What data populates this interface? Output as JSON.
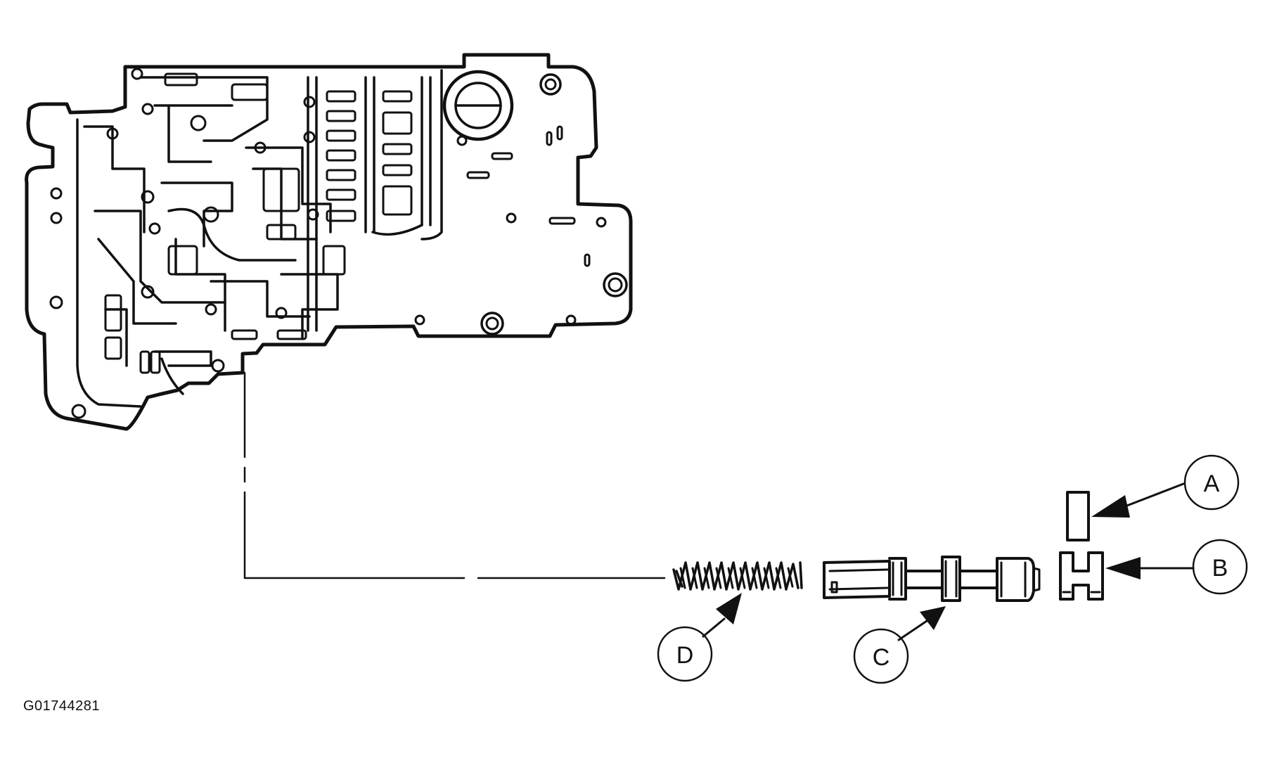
{
  "figure": {
    "id_label": "G01744281"
  },
  "callouts": {
    "A": "A",
    "B": "B",
    "C": "C",
    "D": "D"
  },
  "parts": [
    {
      "callout": "A",
      "icon": "valve-plug-icon"
    },
    {
      "callout": "B",
      "icon": "retainer-clip-icon"
    },
    {
      "callout": "C",
      "icon": "valve-spool-icon"
    },
    {
      "callout": "D",
      "icon": "coil-spring-icon"
    }
  ],
  "colors": {
    "line": "#111111",
    "background": "#ffffff"
  }
}
